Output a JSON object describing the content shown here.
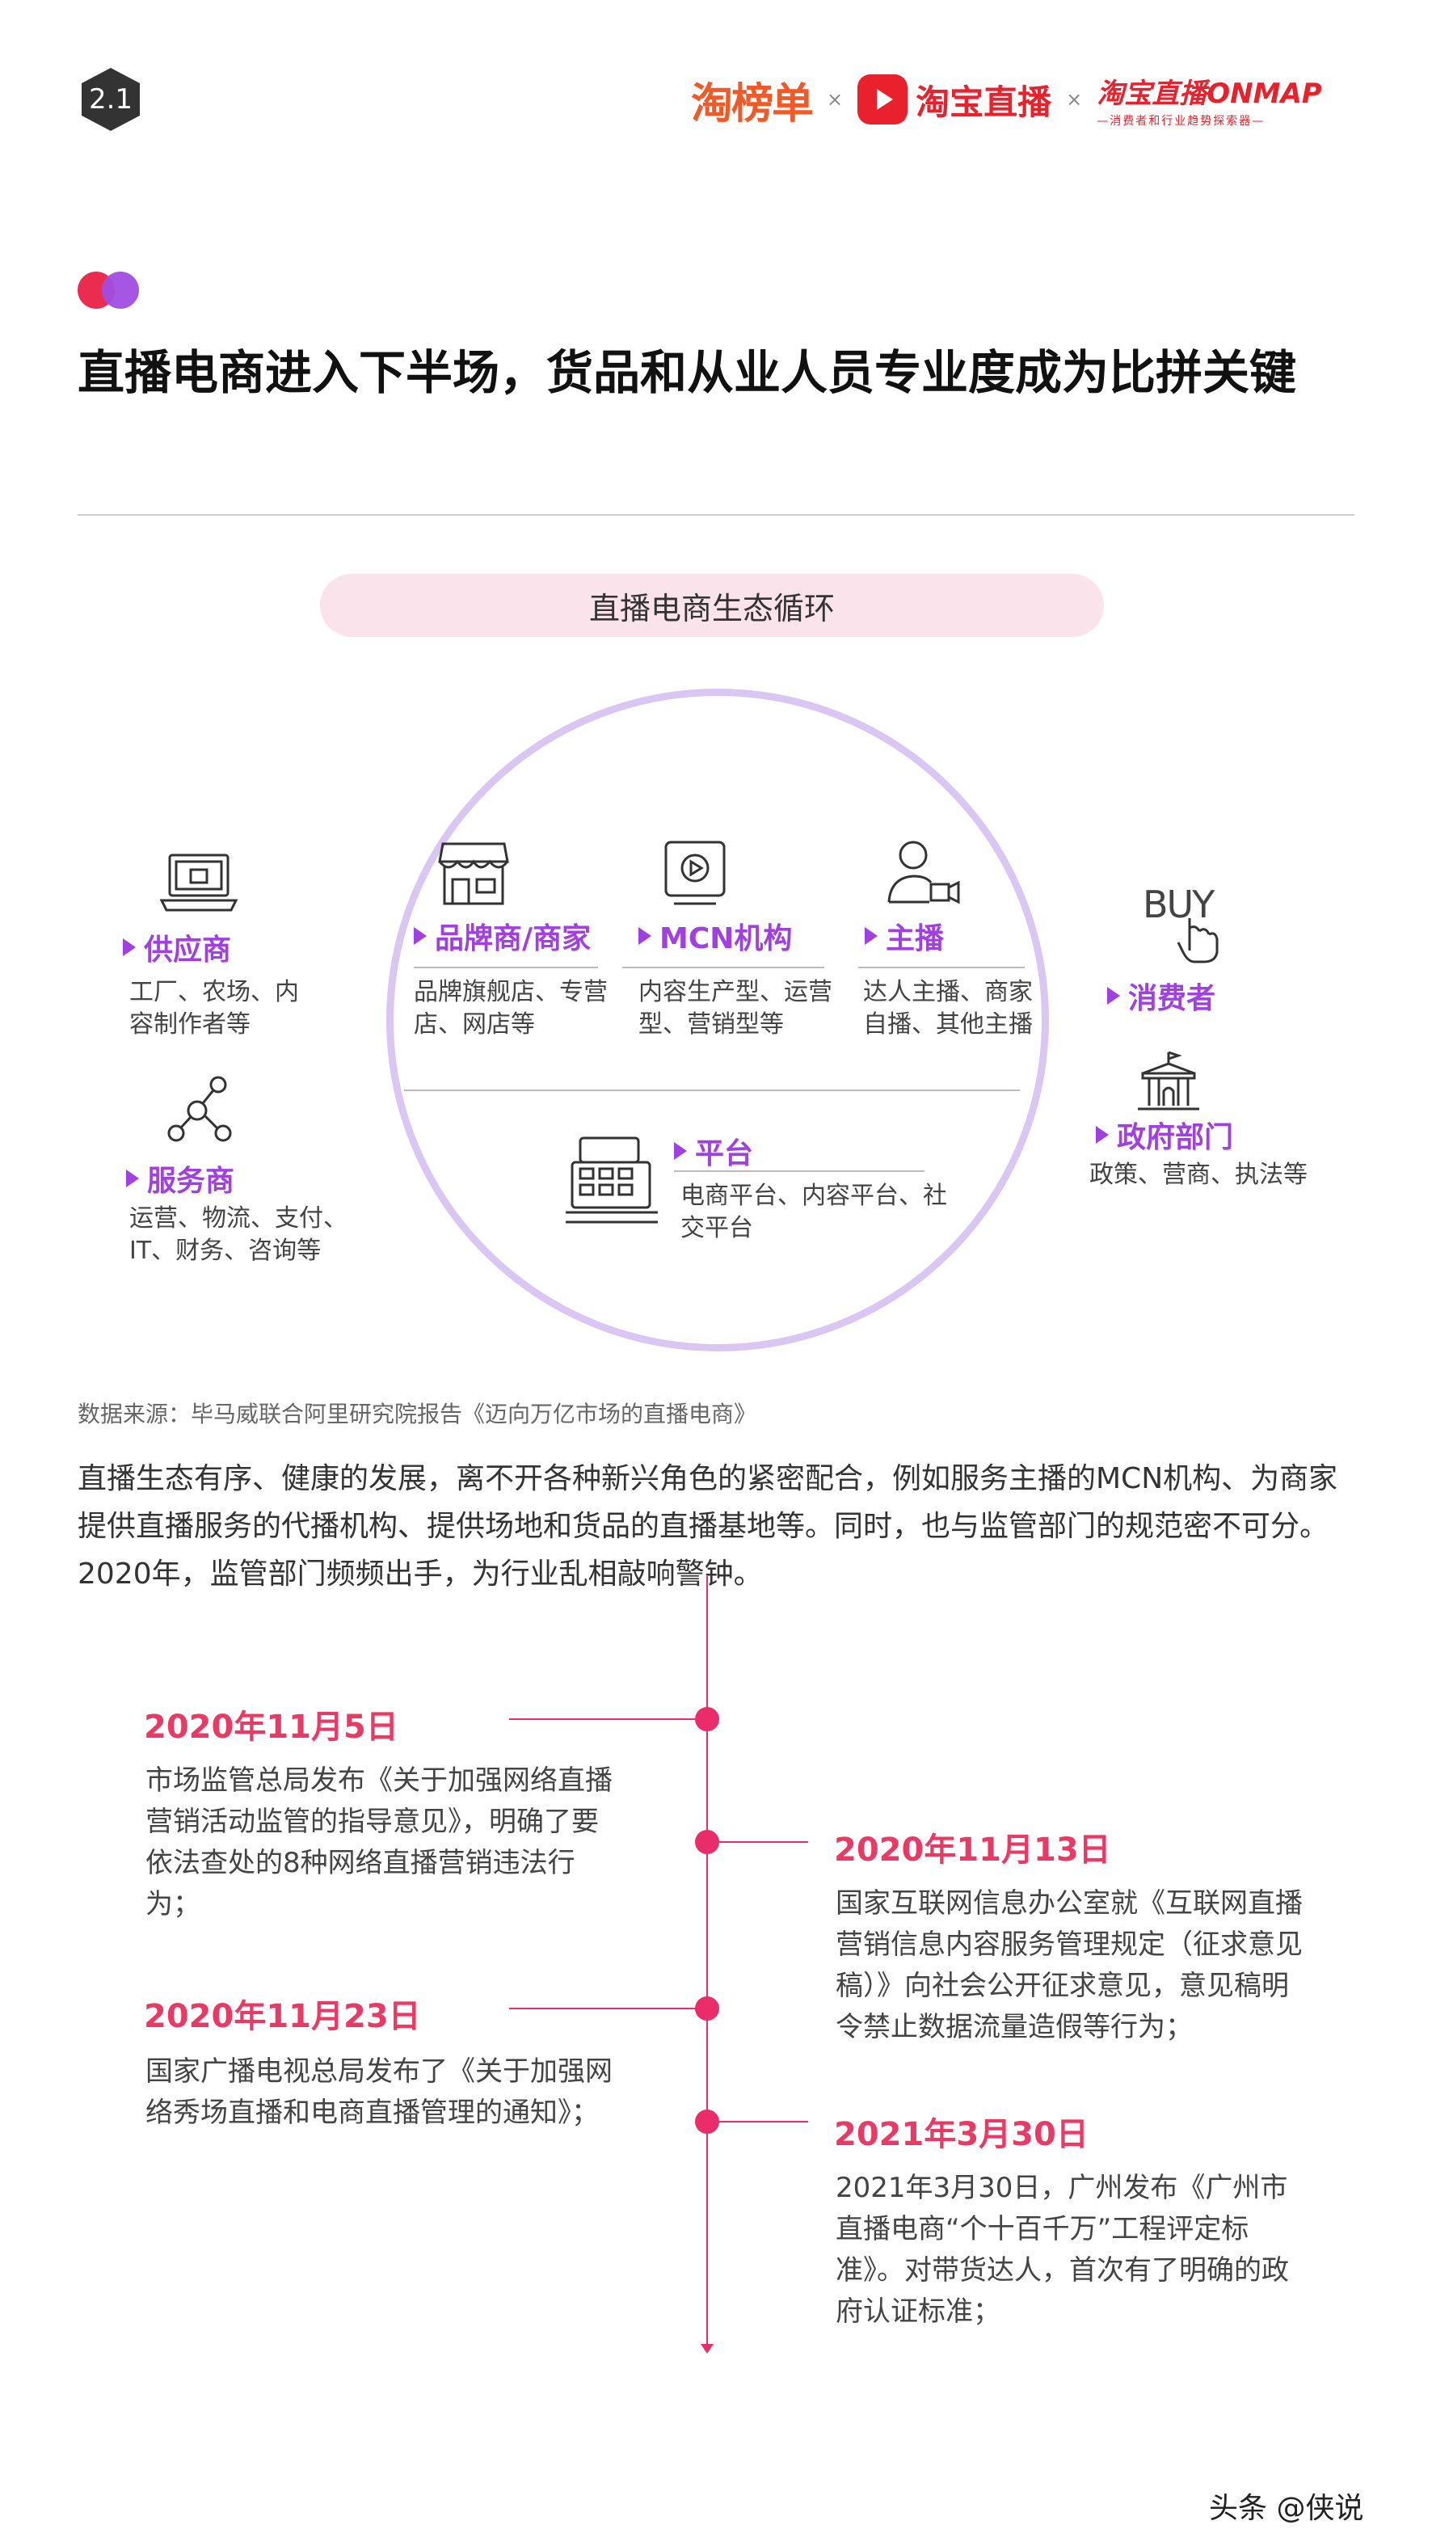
{
  "header": {
    "page_number": "2.1",
    "logos": {
      "taobangdan": "淘榜单",
      "separator": "×",
      "taobao_live": "淘宝直播",
      "onmap_title": "淘宝直播ONMAP",
      "onmap_subtitle": "—消费者和行业趋势探索器—"
    }
  },
  "title": "直播电商进入下半场，货品和从业人员专业度成为比拼关键",
  "diagram": {
    "label": "直播电商生态循环",
    "left": [
      {
        "title": "供应商",
        "desc": "工厂、农场、内容制作者等",
        "icon": "laptop-icon"
      },
      {
        "title": "服务商",
        "desc": "运营、物流、支付、IT、财务、咨询等",
        "icon": "network-icon"
      }
    ],
    "center_top": [
      {
        "title": "品牌商/商家",
        "desc": "品牌旗舰店、专营店、网店等",
        "icon": "store-icon"
      },
      {
        "title": "MCN机构",
        "desc": "内容生产型、运营型、营销型等",
        "icon": "video-screen-icon"
      },
      {
        "title": "主播",
        "desc": "达人主播、商家自播、其他主播",
        "icon": "streamer-icon"
      }
    ],
    "center_bottom": {
      "title": "平台",
      "desc": "电商平台、内容平台、社交平台",
      "icon": "register-icon"
    },
    "right": [
      {
        "title": "消费者",
        "desc": "",
        "icon": "buy-hand-icon",
        "icon_text": "BUY"
      },
      {
        "title": "政府部门",
        "desc": "政策、营商、执法等",
        "icon": "government-building-icon"
      }
    ]
  },
  "source": "数据来源：毕马威联合阿里研究院报告《迈向万亿市场的直播电商》",
  "paragraph": "直播生态有序、健康的发展，离不开各种新兴角色的紧密配合，例如服务主播的MCN机构、为商家提供直播服务的代播机构、提供场地和货品的直播基地等。同时，也与监管部门的规范密不可分。2020年，监管部门频频出手，为行业乱相敲响警钟。",
  "timeline": [
    {
      "date": "2020年11月5日",
      "text": "市场监管总局发布《关于加强网络直播营销活动监管的指导意见》，明确了要依法查处的8种网络直播营销违法行为；"
    },
    {
      "date": "2020年11月13日",
      "text": "国家互联网信息办公室就《互联网直播营销信息内容服务管理规定（征求意见稿）》向社会公开征求意见，意见稿明令禁止数据流量造假等行为；"
    },
    {
      "date": "2020年11月23日",
      "text": "国家广播电视总局发布了《关于加强网络秀场直播和电商直播管理的通知》；"
    },
    {
      "date": "2021年3月30日",
      "text": "2021年3月30日，广州发布《广州市直播电商“个十百千万”工程评定标准》。对带货达人，首次有了明确的政府认证标准；"
    }
  ],
  "footer": "头条 @侠说",
  "colors": {
    "accent_purple": "#a040e0",
    "accent_pink": "#e93a66",
    "ring": "#d9c6f3",
    "pill": "#fbe3ec"
  }
}
